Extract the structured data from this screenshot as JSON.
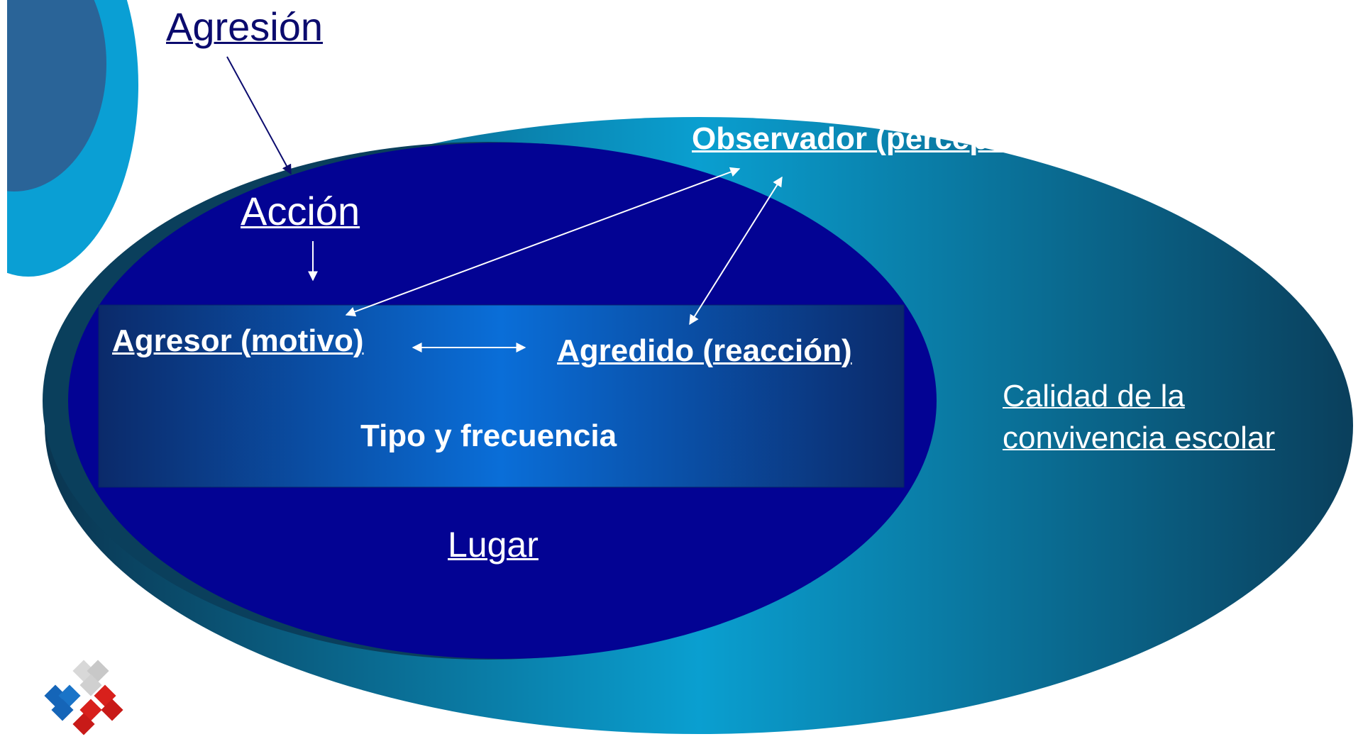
{
  "labels": {
    "agresion": "Agresión",
    "accion": "Acción",
    "observador": "Observador (percepción)",
    "agresor": "Agresor (motivo)",
    "agredido": "Agredido (reacción)",
    "tipo": "Tipo y frecuencia",
    "lugar": "Lugar",
    "calidad": "Calidad de la convivencia escolar"
  },
  "colors": {
    "outer_ellipse_dark": "#0a3550",
    "outer_ellipse_mid": "#0a8fc0",
    "inner_ellipse": "#030393",
    "rect_center": "#0a6ed8",
    "rect_edge": "#0b2a6a",
    "corner_shape_outer": "#0a9fd4",
    "corner_shape_inner": "#2a6498",
    "label_dark": "#0b0b6e",
    "label_light": "#ffffff"
  },
  "icons": [
    "logo-cubes-icon"
  ]
}
